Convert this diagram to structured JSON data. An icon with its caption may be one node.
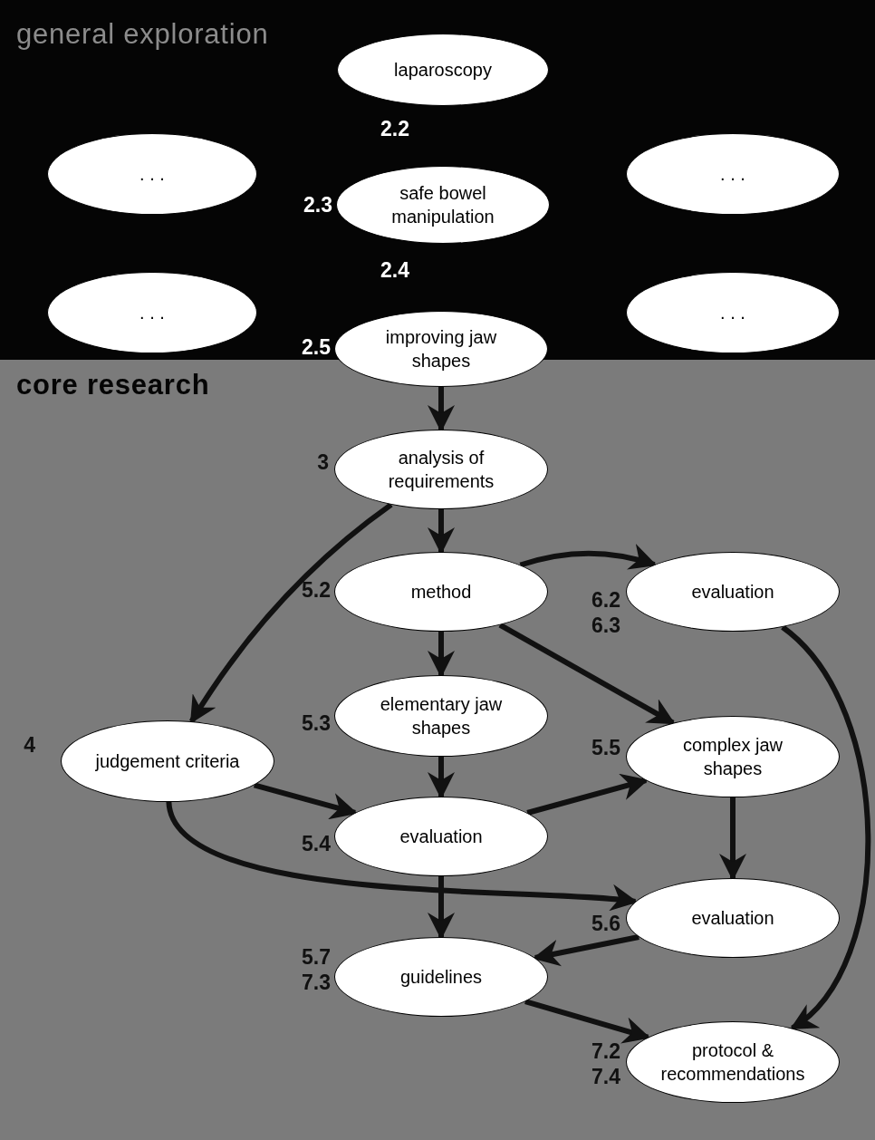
{
  "diagram": {
    "nodes": [
      {
        "text": [
          "general exploration"
        ]
      },
      {
        "text": [
          "laparoscopy"
        ],
        "in": 0
      },
      {
        "text": [
          ". . ."
        ],
        "in": 0
      },
      {
        "text": [
          "safe bowel manipulation"
        ],
        "in": 0,
        "beside": [
          "2.3"
        ]
      },
      {
        "text": [
          ". . ."
        ],
        "in": 0
      },
      {
        "text": [
          ". . ."
        ],
        "in": 0
      },
      {
        "text": [
          ". . ."
        ],
        "in": 0
      },
      {
        "text": [
          "improving jaw shapes"
        ],
        "beside": [
          "2.5"
        ]
      },
      {
        "text": [
          "core research"
        ]
      },
      {
        "text": [
          "analysis of requirements"
        ],
        "in": 8,
        "beside": [
          "3"
        ]
      },
      {
        "text": [
          "method"
        ],
        "in": 8,
        "beside": [
          "5.2"
        ]
      },
      {
        "text": [
          "evaluation"
        ],
        "in": 8,
        "beside": [
          "6.2",
          "6.3"
        ]
      },
      {
        "text": [
          "elementary jaw shapes"
        ],
        "in": 8,
        "beside": [
          "5.3"
        ]
      },
      {
        "text": [
          "judgement criteria"
        ],
        "in": 8,
        "beside": [
          "4"
        ]
      },
      {
        "text": [
          "complex jaw shapes"
        ],
        "in": 8,
        "beside": [
          "5.5"
        ]
      },
      {
        "text": [
          "evaluation"
        ],
        "in": 8,
        "beside": [
          "5.4"
        ]
      },
      {
        "text": [
          "evaluation"
        ],
        "in": 8,
        "beside": [
          "5.6"
        ]
      },
      {
        "text": [
          "guidelines"
        ],
        "in": 8,
        "beside": [
          "5.7",
          "7.3"
        ]
      },
      {
        "text": [
          "protocol & recommendations"
        ],
        "in": 8,
        "beside": [
          "7.2",
          "7.4"
        ]
      }
    ],
    "edges": [
      {
        "from": 7,
        "to": 9,
        "arrow": "to"
      },
      {
        "from": 9,
        "to": 10,
        "arrow": "to"
      },
      {
        "from": 9,
        "to": 13,
        "arrow": "to"
      },
      {
        "from": 10,
        "to": 11,
        "arrow": "to"
      },
      {
        "from": 10,
        "to": 14,
        "arrow": "to"
      },
      {
        "from": 10,
        "to": 12,
        "arrow": "to"
      },
      {
        "from": 12,
        "to": 15,
        "arrow": "to"
      },
      {
        "from": 13,
        "to": 15,
        "arrow": "to"
      },
      {
        "from": 15,
        "to": 14,
        "arrow": "to"
      },
      {
        "from": 13,
        "to": 16,
        "arrow": "to"
      },
      {
        "from": 14,
        "to": 16,
        "arrow": "to"
      },
      {
        "from": 15,
        "to": 17,
        "arrow": "to"
      },
      {
        "from": 16,
        "to": 17,
        "arrow": "to"
      },
      {
        "from": 11,
        "to": 18,
        "arrow": "to"
      },
      {
        "from": 17,
        "to": 18,
        "arrow": "to"
      }
    ],
    "labels": [
      "2.2",
      "2.4"
    ]
  }
}
